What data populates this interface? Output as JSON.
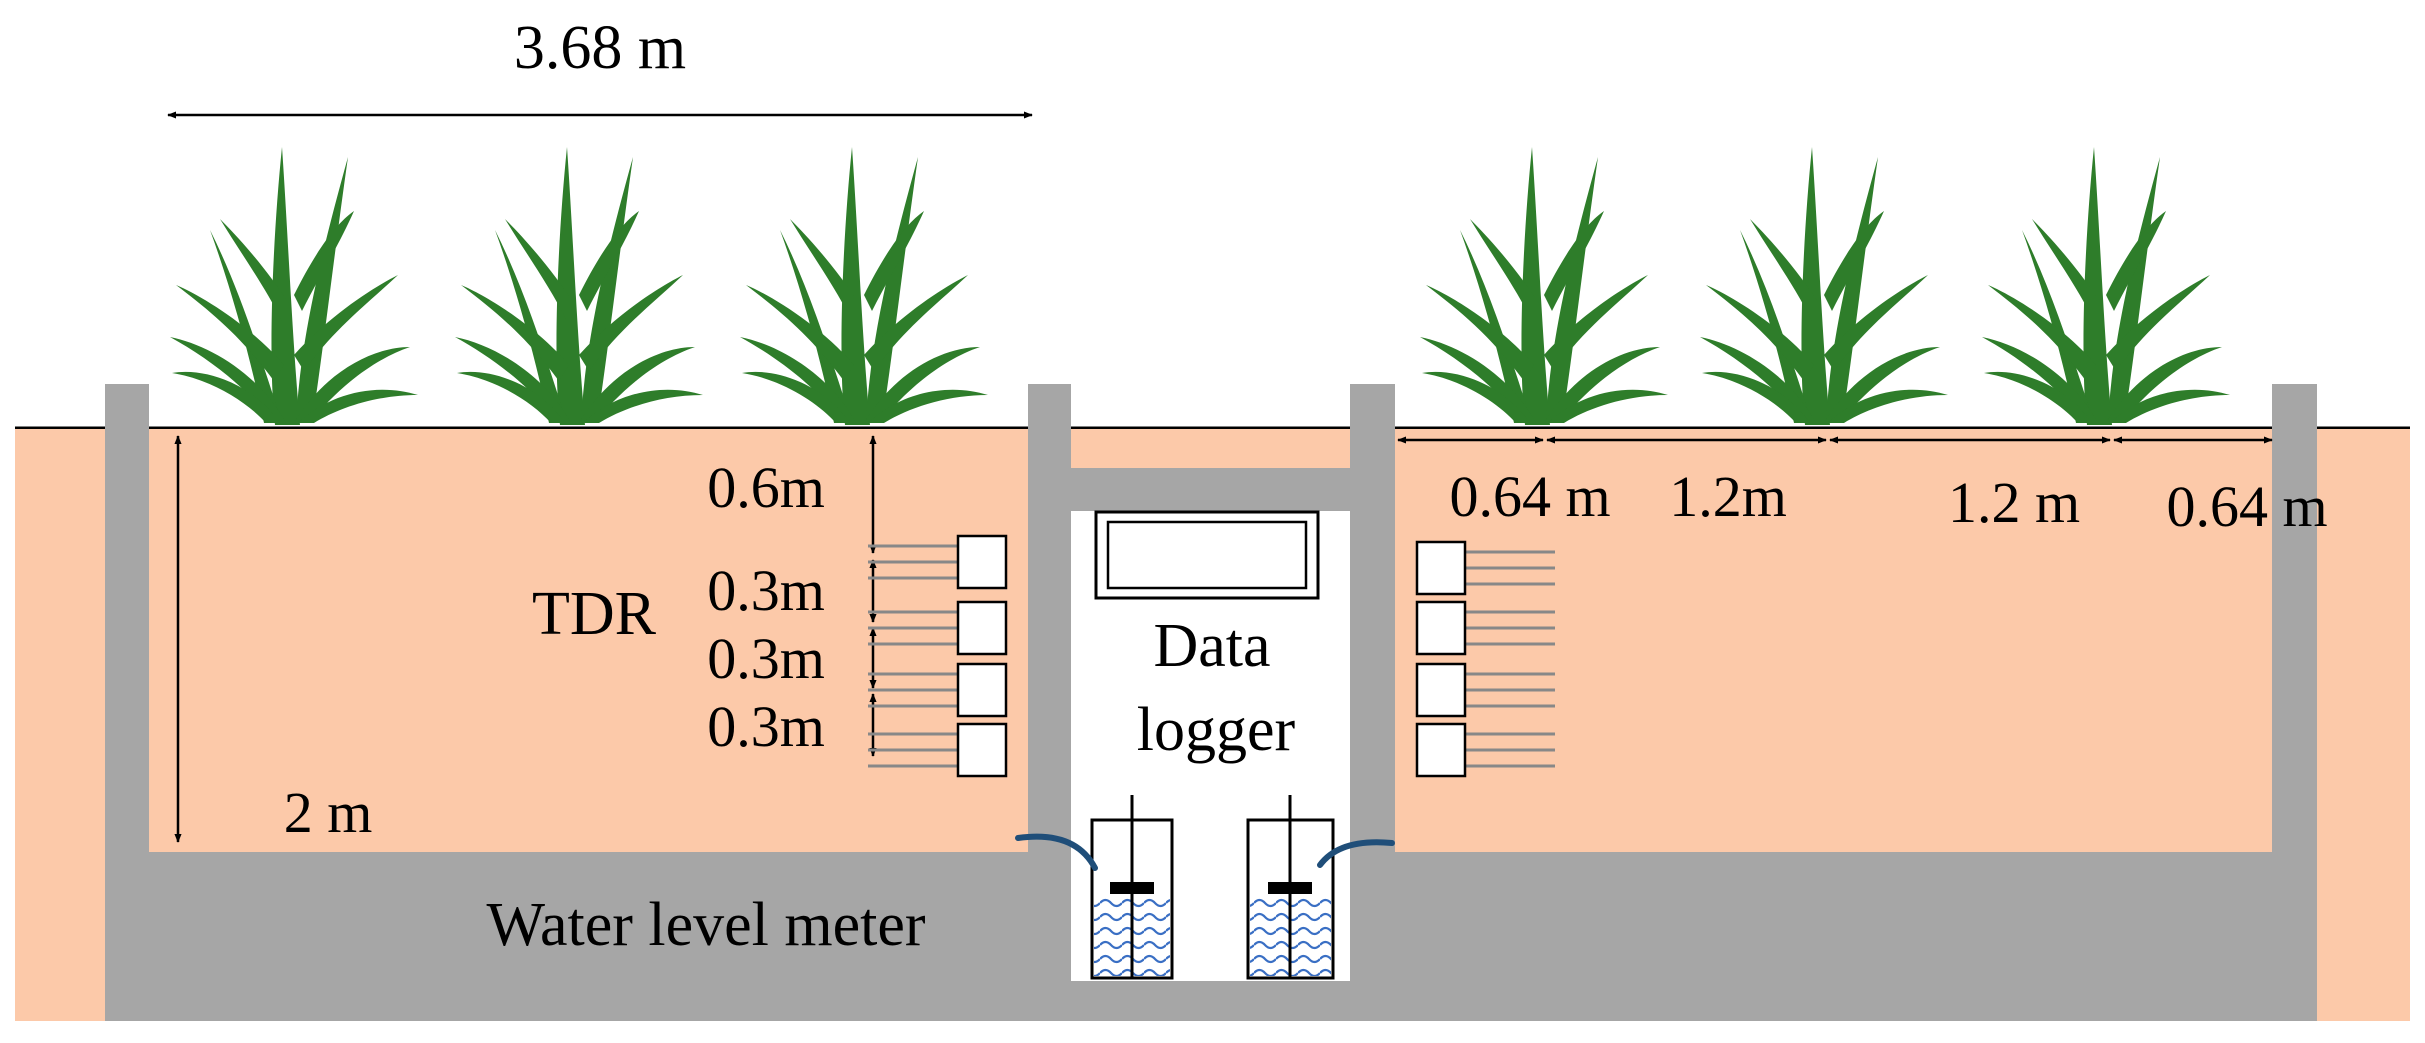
{
  "labels": {
    "total_width": "3.68 m",
    "depth_total": "2 m",
    "depth_first": "0.6m",
    "spacing_1": "0.3m",
    "spacing_2": "0.3m",
    "spacing_3": "0.3m",
    "tdr": "TDR",
    "data_logger_line1": "Data",
    "data_logger_line2": "logger",
    "water_level_meter": "Water level meter",
    "right_dim_1": "0.64 m",
    "right_dim_2": "1.2m",
    "right_dim_3": "1.2 m",
    "right_dim_4": "0.64 m"
  },
  "colors": {
    "soil": "#FCC9A9",
    "wall": "#A6A6A6",
    "plant": "#2E7D2A",
    "water": "#3A6FC4",
    "pipe": "#1F4E79",
    "sensor_border": "#000000"
  },
  "icons": {
    "plant": "plant-icon",
    "tdr_probe": "tdr-probe-icon",
    "data_logger": "data-logger-icon",
    "water_level_meter": "water-level-meter-icon"
  }
}
